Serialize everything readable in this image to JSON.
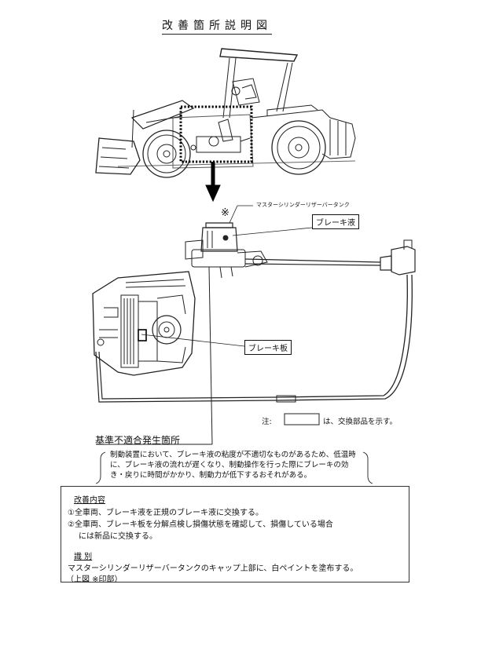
{
  "title": "改善箇所説明図",
  "labels": {
    "marker": "※",
    "reservoir": "マスターシリンダーリザーバータンク",
    "brake_fluid": "ブレーキ液",
    "brake_plate": "ブレーキ板"
  },
  "legend": {
    "prefix": "注:",
    "suffix": "は、交換部品を示す。"
  },
  "nonconformity": {
    "heading": "基準不適合発生箇所",
    "text": "制動装置において、ブレーキ液の粘度が不適切なものがあるため、低温時に、ブレーキ液の流れが遅くなり、制動操作を行った際にブレーキの効き・戻りに時間がかかり、制動力が低下するおそれがある。"
  },
  "improvement": {
    "heading": "改善内容",
    "items": [
      "①全車両、ブレーキ液を正規のブレーキ液に交換する。",
      "②全車両、ブレーキ板を分解点検し損傷状態を確認して、損傷している場合",
      "には新品に交換する。"
    ],
    "id_heading": "識 別",
    "id_text": "マスターシリンダーリザーバータンクのキャップ上部に、白ペイントを塗布する。",
    "id_note": "（上図 ※印部）"
  }
}
